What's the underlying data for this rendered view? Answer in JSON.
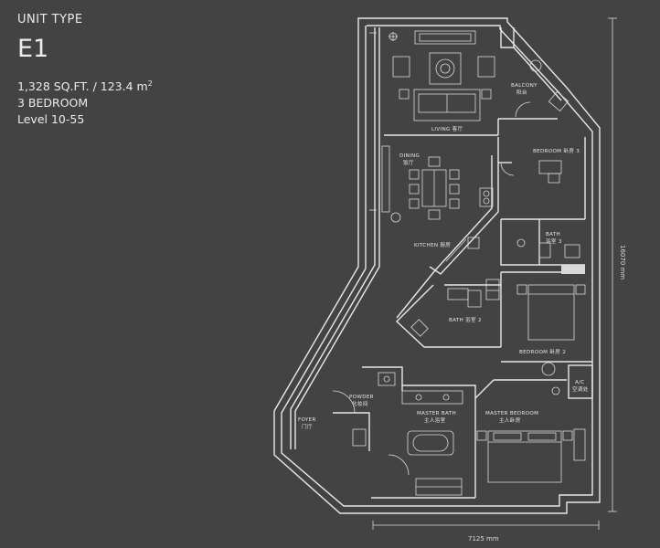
{
  "unit": {
    "type_label": "UNIT TYPE",
    "code": "E1",
    "area": "1,328 SQ.FT. / 123.4 m",
    "area_sup": "2",
    "bedrooms": "3 BEDROOM",
    "levels": "Level 10-55"
  },
  "rooms": {
    "living": "LIVING 客厅",
    "balcony_1": "BALCONY",
    "balcony_2": "阳台",
    "dining_1": "DINING",
    "dining_2": "饭厅",
    "kitchen": "KITCHEN 厨房",
    "bedroom3": "BEDROOM 卧房 3",
    "bath_1": "BATH",
    "bath_2": "浴室 3",
    "bath2": "BATH 浴室 2",
    "bedroom2": "BEDROOM 卧房 2",
    "ac_1": "A/C",
    "ac_2": "空调处",
    "powder_1": "POWDER",
    "powder_2": "化妆间",
    "foyer_1": "FOYER",
    "foyer_2": "门厅",
    "master_bath_1": "MASTER BATH",
    "master_bath_2": "主人浴室",
    "master_bedroom_1": "MASTER BEDROOM",
    "master_bedroom_2": "主人卧房"
  },
  "dimensions": {
    "height": "16070 mm",
    "width": "7125 mm"
  }
}
